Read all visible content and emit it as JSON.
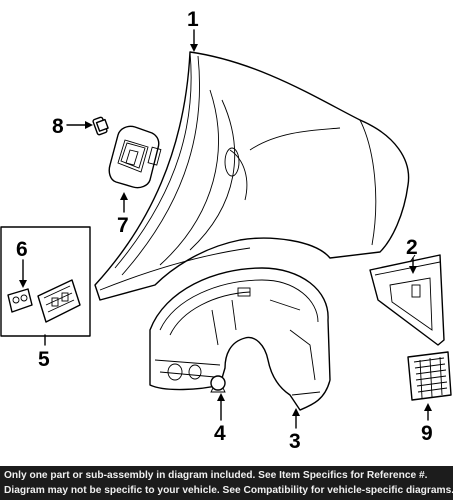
{
  "callouts": {
    "c1": "1",
    "c2": "2",
    "c3": "3",
    "c4": "4",
    "c5": "5",
    "c6": "6",
    "c7": "7",
    "c8": "8",
    "c9": "9"
  },
  "footer": {
    "line1": "Only one part or sub-assembly in diagram included. See Item Specifics for Reference #.",
    "line2": "Diagram may not be specific to your vehicle. See Compatibility for vehicle-specific diagrams."
  },
  "colors": {
    "footer_bg": "#1c1c1c",
    "footer_text": "#f0f0f0",
    "line": "#000000"
  }
}
